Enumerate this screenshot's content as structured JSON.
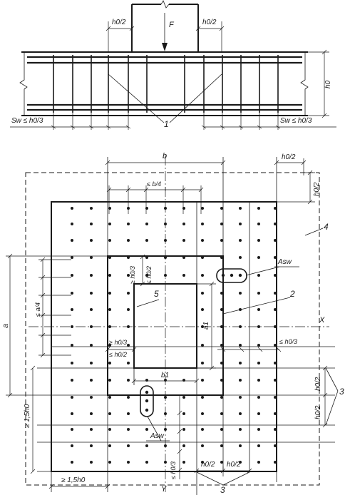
{
  "top_section": {
    "load_label": "F",
    "height_label": "h0",
    "h0_half_left": "h0/2",
    "h0_half_right": "h0/2",
    "spacing_left": "Sw ≤ h0/3",
    "spacing_right": "Sw ≤ h0/3",
    "callout_1": "1"
  },
  "plan": {
    "dim_b": "b",
    "dim_b_quarter": "≤ b/4",
    "dim_a": "a",
    "dim_a_quarter": "≤ a/4",
    "dim_a1": "a1",
    "dim_b1": "b1",
    "dim_h0_half_top": "h0/2",
    "dim_h0_half_rside": "h0/2",
    "dim_h0_third_top": "≥ h0/3",
    "dim_h0_half_top2": "≤ h0/2",
    "dim_h0_third_left": "≥ h0/3",
    "dim_h0_half_left": "≤ h0/2",
    "dim_h0_third_right": "≤ h0/3",
    "dim_15h0_left": "≥ 1,5h0",
    "dim_15h0_bottom": "≥ 1,5h0",
    "dim_h0_third_bottom": "≤ h0/3",
    "dim_h0_half_bot_a": "h0/2",
    "dim_h0_half_bot_b": "h0/2",
    "dim_h0_half_r1": "h0/2",
    "dim_h0_half_r2": "h0/2",
    "asw_top": "Asw",
    "asw_bottom": "Asw",
    "axis_x": "X",
    "axis_y": "Y",
    "callout_2": "2",
    "callout_3_right": "3",
    "callout_3_bottom": "3",
    "callout_4": "4",
    "callout_5": "5"
  }
}
